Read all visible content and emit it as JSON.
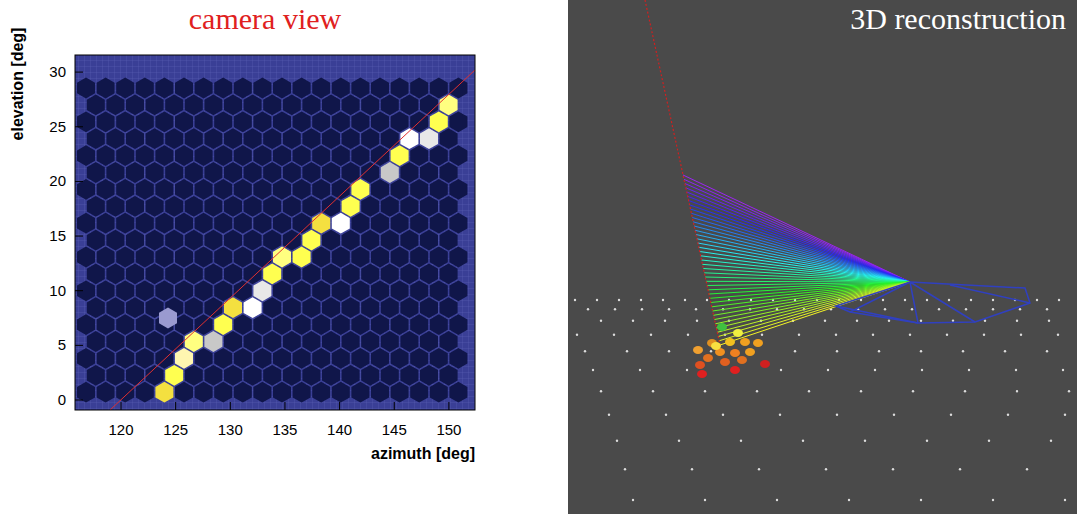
{
  "diagram": {
    "labels": [
      "camera view",
      "3D reconstruction",
      "elevation [deg]",
      "azimuth [deg]",
      "0",
      "5",
      "10",
      "15",
      "20",
      "25",
      "30",
      "120",
      "125",
      "130",
      "135",
      "140",
      "145",
      "150"
    ]
  }
}
